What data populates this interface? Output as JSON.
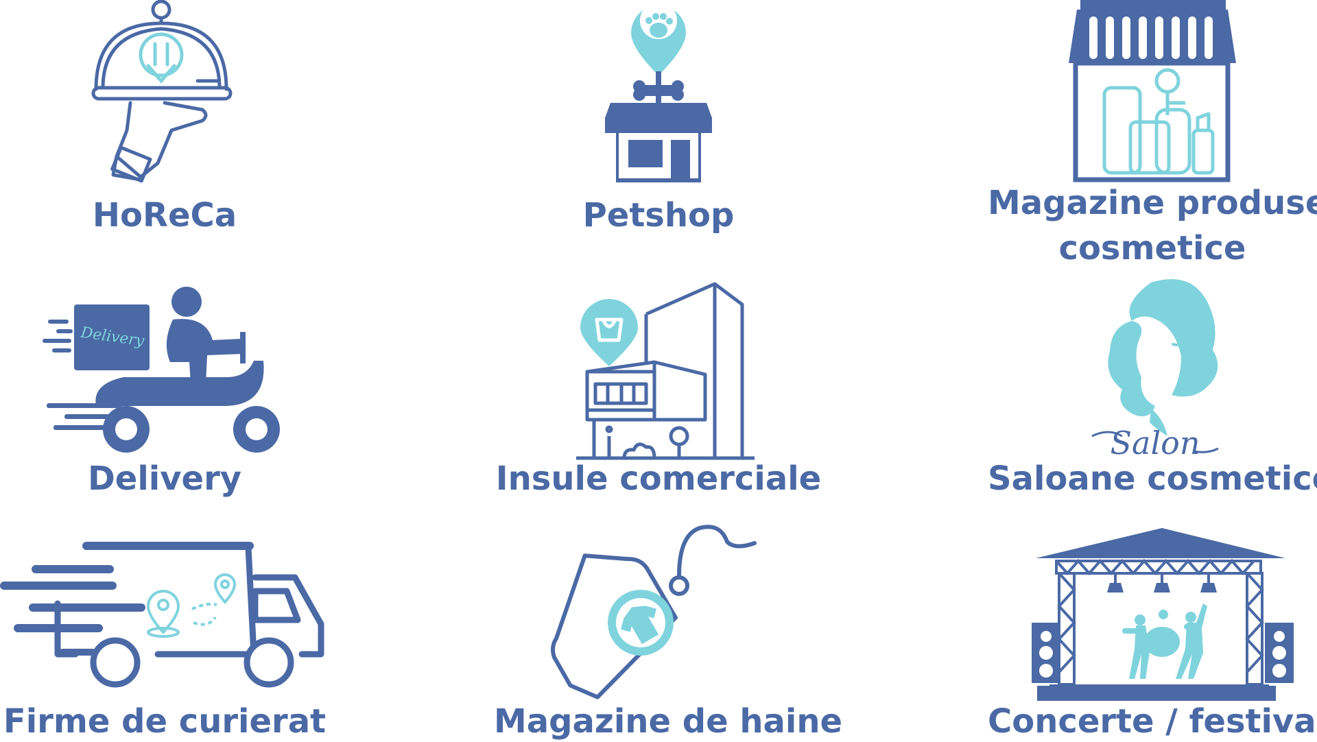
{
  "colors": {
    "primary": "#4a69a5",
    "accent": "#7fd3dd"
  },
  "categories": [
    {
      "id": "horeca",
      "label": "HoReCa",
      "icon": "cloche-tray-icon"
    },
    {
      "id": "petshop",
      "label": "Petshop",
      "icon": "pet-shop-icon"
    },
    {
      "id": "cosmetics-store",
      "label_line1": "Magazine produse",
      "label_line2": "cosmetice",
      "icon": "cosmetics-store-icon"
    },
    {
      "id": "delivery",
      "label": "Delivery",
      "icon": "delivery-scooter-icon",
      "box_text": "Delivery"
    },
    {
      "id": "commercial-islands",
      "label": "Insule comerciale",
      "icon": "shopping-building-icon"
    },
    {
      "id": "beauty-salons",
      "label": "Saloane cosmetice",
      "icon": "salon-woman-icon",
      "logo_text": "Salon"
    },
    {
      "id": "courier",
      "label": "Firme de curierat",
      "icon": "courier-truck-icon"
    },
    {
      "id": "clothing-stores",
      "label": "Magazine de haine",
      "icon": "price-tag-shirt-icon"
    },
    {
      "id": "concerts",
      "label": "Concerte / festivaluri",
      "icon": "concert-stage-icon"
    }
  ]
}
